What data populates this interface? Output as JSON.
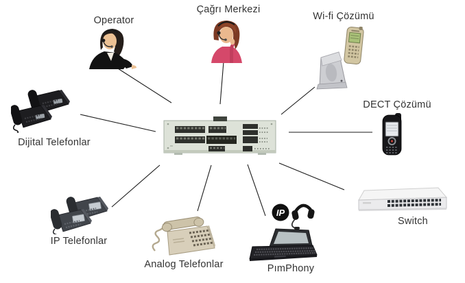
{
  "diagram": {
    "type": "network-topology",
    "hub": {
      "id": "pbx",
      "icon": "pbx-chassis"
    },
    "nodes": [
      {
        "id": "operator",
        "label": "Operator",
        "icon": "operator-woman-headset"
      },
      {
        "id": "cagri-merkezi",
        "label": "Çağrı Merkezi",
        "icon": "callcenter-agent-woman"
      },
      {
        "id": "wifi-cozumu",
        "label": "Wi-fi Çözümü",
        "icon": "wifi-handset-and-base"
      },
      {
        "id": "dect-cozumu",
        "label": "DECT Çözümü",
        "icon": "dect-handset"
      },
      {
        "id": "dijital-telefonlar",
        "label": "Dijital Telefonlar",
        "icon": "digital-desk-phones"
      },
      {
        "id": "ip-telefonlar",
        "label": "IP Telefonlar",
        "icon": "ip-desk-phones"
      },
      {
        "id": "analog-telefonlar",
        "label": "Analog Telefonlar",
        "icon": "analog-desk-phone"
      },
      {
        "id": "pimphony",
        "label": "PımPhony",
        "icon": "laptop-headset-ip-logo",
        "logo_text": "IP"
      },
      {
        "id": "switch",
        "label": "Switch",
        "icon": "ethernet-switch"
      }
    ],
    "colors": {
      "background": "#ffffff",
      "label_text": "#333333",
      "connector_line": "#1b1b1b",
      "pbx_body": "#dde2d8",
      "port_dark": "#2e302c",
      "agent_top_pink": "#d5486a",
      "wifi_screen_green": "#a9c178"
    }
  }
}
